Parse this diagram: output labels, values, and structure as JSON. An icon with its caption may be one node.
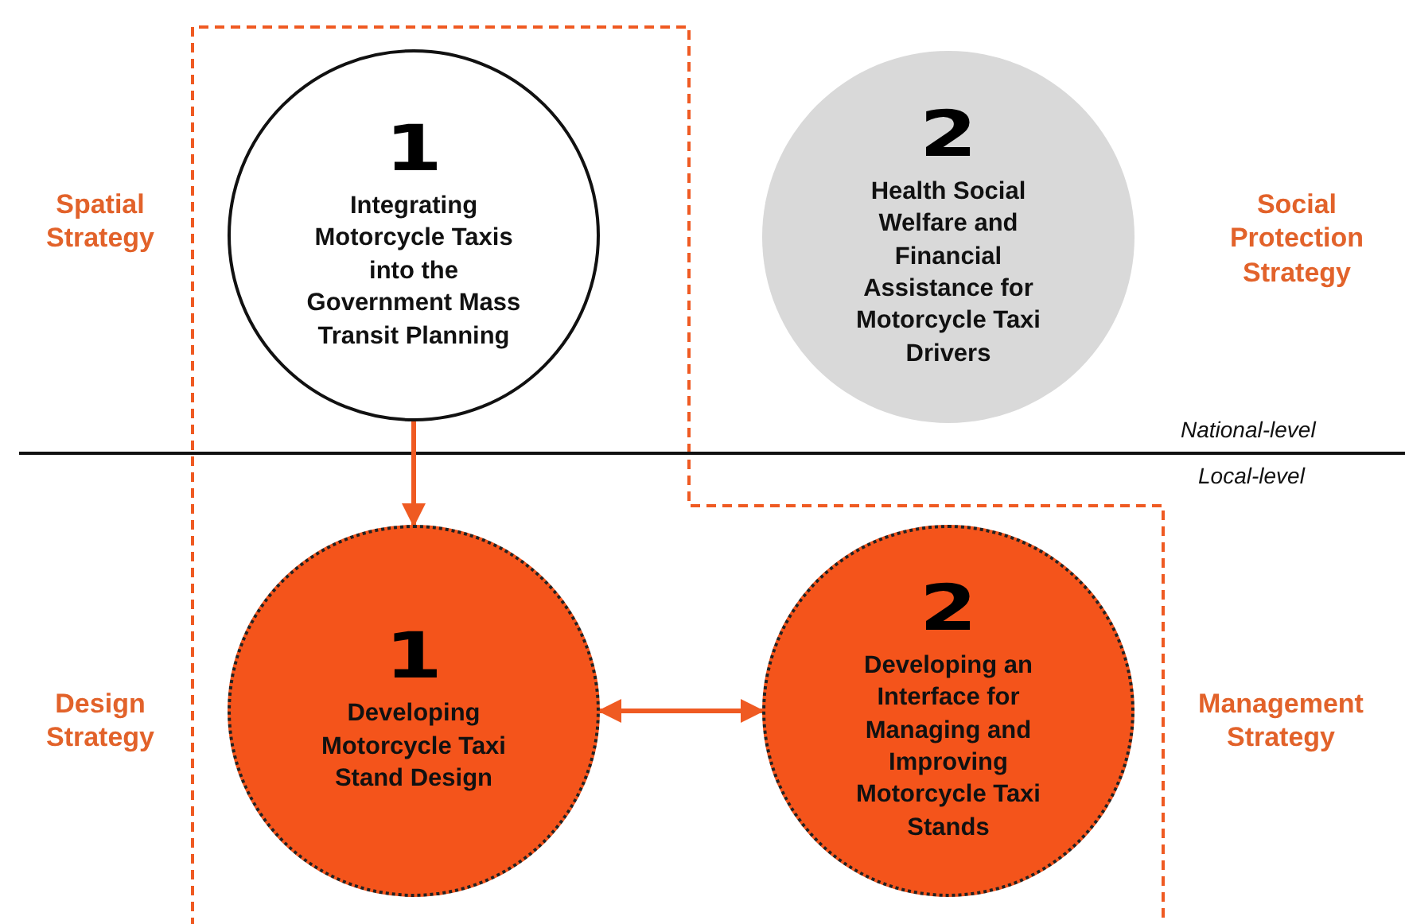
{
  "diagram": {
    "nodes": [
      {
        "text": [
          "1",
          "Integrating Motorcycle Taxis into the Government Mass Transit Planning"
        ]
      },
      {
        "text": [
          "2",
          "Health Social Welfare and Financial Assistance for Motorcycle Taxi Drivers"
        ]
      },
      {
        "text": [
          "1",
          "Developing Motorcycle Taxi Stand Design"
        ]
      },
      {
        "text": [
          "2",
          "Developing an Interface for Managing and Improving Motorcycle Taxi Stands"
        ]
      }
    ],
    "edges": [
      {
        "from": 0,
        "to": 2,
        "arrow": "to"
      },
      {
        "from": 2,
        "to": 3,
        "arrow": "both"
      }
    ],
    "labels": [
      "Spatial Strategy",
      "Social Protection Strategy",
      "National-level",
      "Local-level",
      "Design Strategy",
      "Management Strategy"
    ]
  }
}
